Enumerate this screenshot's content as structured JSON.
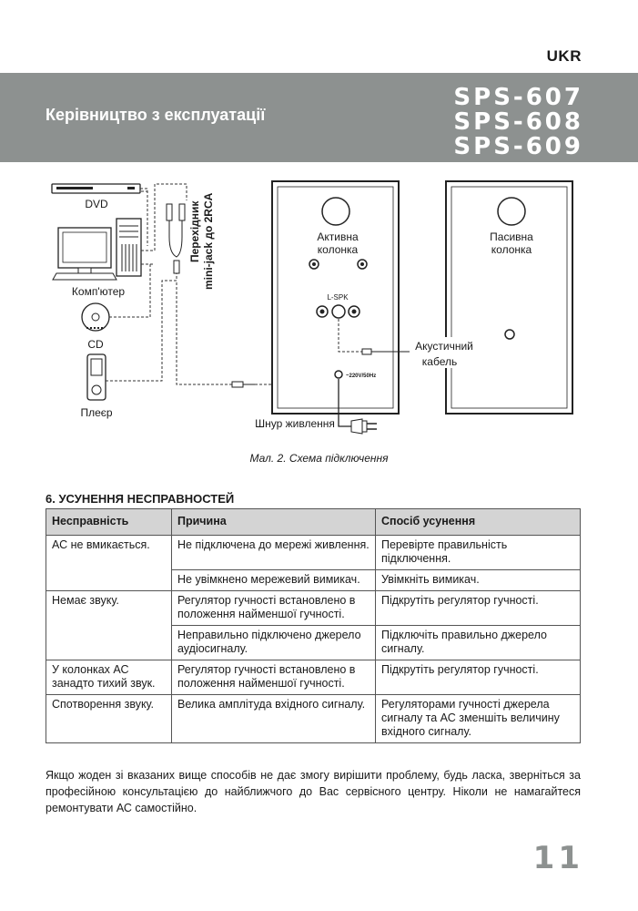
{
  "header": {
    "lang_code": "UKR",
    "title": "Керівництво з експлуатації",
    "models": [
      "SPS-607",
      "SPS-608",
      "SPS-609"
    ]
  },
  "diagram": {
    "labels": {
      "dvd": "DVD",
      "computer": "Комп'ютер",
      "cd": "CD",
      "player": "Плеєр",
      "adapter_line1": "Перехідник",
      "adapter_line2": "mini-jack до 2RCA",
      "active_line1": "Активна",
      "active_line2": "колонка",
      "passive_line1": "Пасивна",
      "passive_line2": "колонка",
      "lspk": "L-SPK",
      "power_spec": "~220V/50Hz",
      "acoustic_line1": "Акустичний",
      "acoustic_line2": "кабель",
      "power_cord": "Шнур живлення"
    },
    "caption": "Мал. 2. Схема підключення"
  },
  "troubleshooting": {
    "title": "6. УСУНЕННЯ НЕСПРАВНОСТЕЙ",
    "headers": [
      "Несправність",
      "Причина",
      "Спосіб усунення"
    ],
    "rows": [
      {
        "fault": "АС не вмикається.",
        "cause": "Не підключена до мережі живлення.",
        "remedy": "Перевірте правильність підключення."
      },
      {
        "fault": "",
        "cause": "Не увімкнено мережевий вимикач.",
        "remedy": "Увімкніть вимикач."
      },
      {
        "fault": "Немає звуку.",
        "cause": "Регулятор гучності встановлено в положення найменшої гучності.",
        "remedy": "Підкрутіть регулятор гучності."
      },
      {
        "fault": "",
        "cause": "Неправильно підключено джерело аудіосигналу.",
        "remedy": "Підключіть правильно джерело сигналу."
      },
      {
        "fault": "У колонках АС занадто тихий звук.",
        "cause": "Регулятор гучності встановлено в положення найменшої гучності.",
        "remedy": "Підкрутіть регулятор гучності."
      },
      {
        "fault": "Спотворення звуку.",
        "cause": "Велика амплітуда вхідного сигналу.",
        "remedy": "Регуляторами гучності джерела сигналу та АС зменшіть величину вхідного сигналу."
      }
    ]
  },
  "footer": {
    "text": "Якщо жоден зі вказаних вище способів не дає змогу вирішити проблему, будь ласка, зверніться за професійною консультацією до найближчого до Вас сервісного центру. Ніколи не намагайтеся ремонтувати АС самостійно.",
    "page_number": "11"
  }
}
